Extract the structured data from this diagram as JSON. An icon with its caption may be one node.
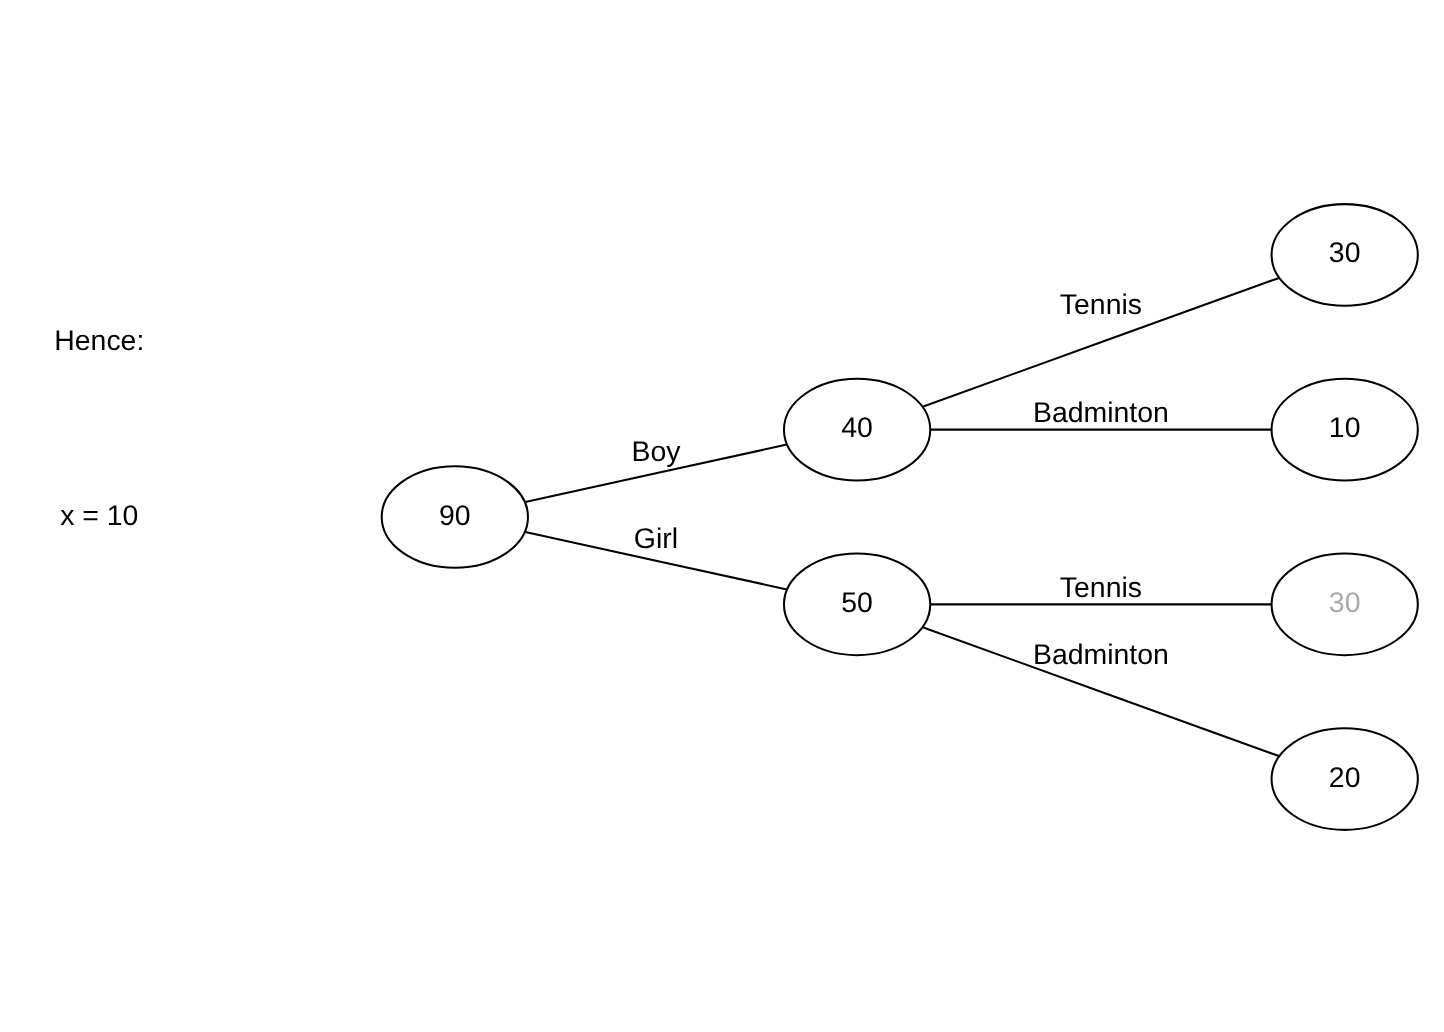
{
  "diagram": {
    "nodes": [
      {
        "text": [
          "90"
        ]
      },
      {
        "text": [
          "40"
        ]
      },
      {
        "text": [
          "50"
        ]
      },
      {
        "text": [
          "30"
        ]
      },
      {
        "text": [
          "10"
        ]
      },
      {
        "text": [
          "30"
        ]
      },
      {
        "text": [
          "20"
        ]
      }
    ],
    "edges": [
      {
        "from": 0,
        "to": 1,
        "arrow": "none",
        "label": "Boy"
      },
      {
        "from": 0,
        "to": 2,
        "arrow": "none",
        "label": "Girl"
      },
      {
        "from": 1,
        "to": 3,
        "arrow": "none",
        "label": "Tennis"
      },
      {
        "from": 1,
        "to": 4,
        "arrow": "none",
        "label": "Badminton"
      },
      {
        "from": 2,
        "to": 5,
        "arrow": "none",
        "label": "Tennis"
      },
      {
        "from": 2,
        "to": 6,
        "arrow": "none",
        "label": "Badminton"
      }
    ],
    "labels": [
      "x = 10",
      "Hence:"
    ]
  }
}
